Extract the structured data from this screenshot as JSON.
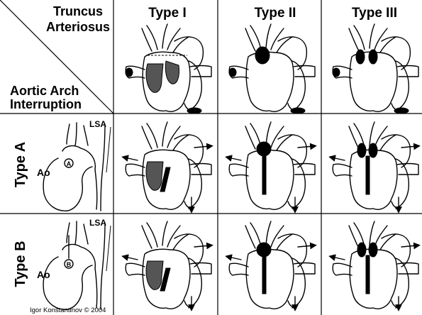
{
  "corner": {
    "top_label_line1": "Truncus",
    "top_label_line2": "Arteriosus",
    "bottom_label_line1": "Aortic Arch",
    "bottom_label_line2": "Interruption"
  },
  "columns": [
    {
      "label": "Type I"
    },
    {
      "label": "Type II"
    },
    {
      "label": "Type III"
    }
  ],
  "rows": [
    {
      "label": "Type A",
      "vessel_label": "LSA",
      "aorta_label": "Ao",
      "site_marker": "A"
    },
    {
      "label": "Type B",
      "vessel_label": "LSA",
      "aorta_label": "Ao",
      "site_marker": "B"
    }
  ],
  "credit": "Igor Konstantinov © 2004"
}
